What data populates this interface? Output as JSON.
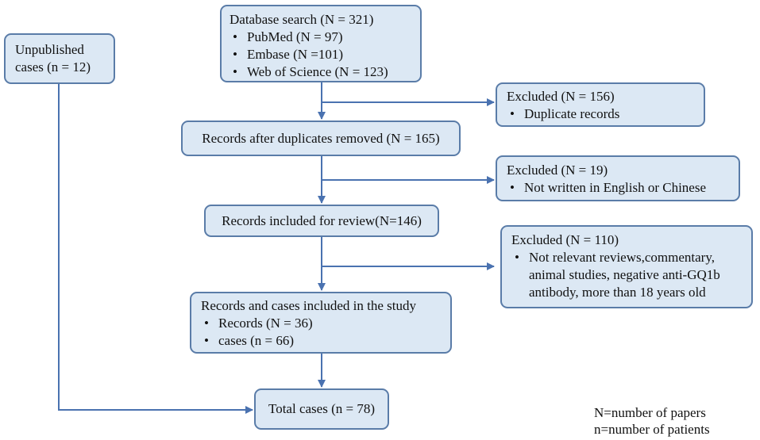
{
  "unpublished": {
    "line1": "Unpublished",
    "line2": "cases (n = 12)"
  },
  "database": {
    "title": "Database search (N = 321)",
    "items": [
      "PubMed (N = 97)",
      "Embase (N =101)",
      "Web of Science (N = 123)"
    ]
  },
  "excluded1": {
    "title": "Excluded (N = 156)",
    "items": [
      "Duplicate records"
    ]
  },
  "after_duplicates": {
    "label": "Records after duplicates removed (N = 165)"
  },
  "excluded2": {
    "title": "Excluded (N = 19)",
    "items": [
      "Not written in English or Chinese"
    ]
  },
  "review": {
    "label": "Records included for review(N=146)"
  },
  "excluded3": {
    "title": "Excluded (N = 110)",
    "items": [
      "Not relevant reviews,commentary, animal studies, negative anti-GQ1b antibody, more than 18 years old"
    ]
  },
  "included": {
    "title": "Records and cases included in the  study",
    "items": [
      "Records (N = 36)",
      "cases (n = 66)"
    ]
  },
  "total": {
    "label": "Total cases (n = 78)"
  },
  "legend": {
    "line1": "N=number of papers",
    "line2": "n=number of patients"
  },
  "colors": {
    "box_fill": "#dce8f4",
    "box_border": "#5a7ca8",
    "arrow": "#4a72b0"
  }
}
